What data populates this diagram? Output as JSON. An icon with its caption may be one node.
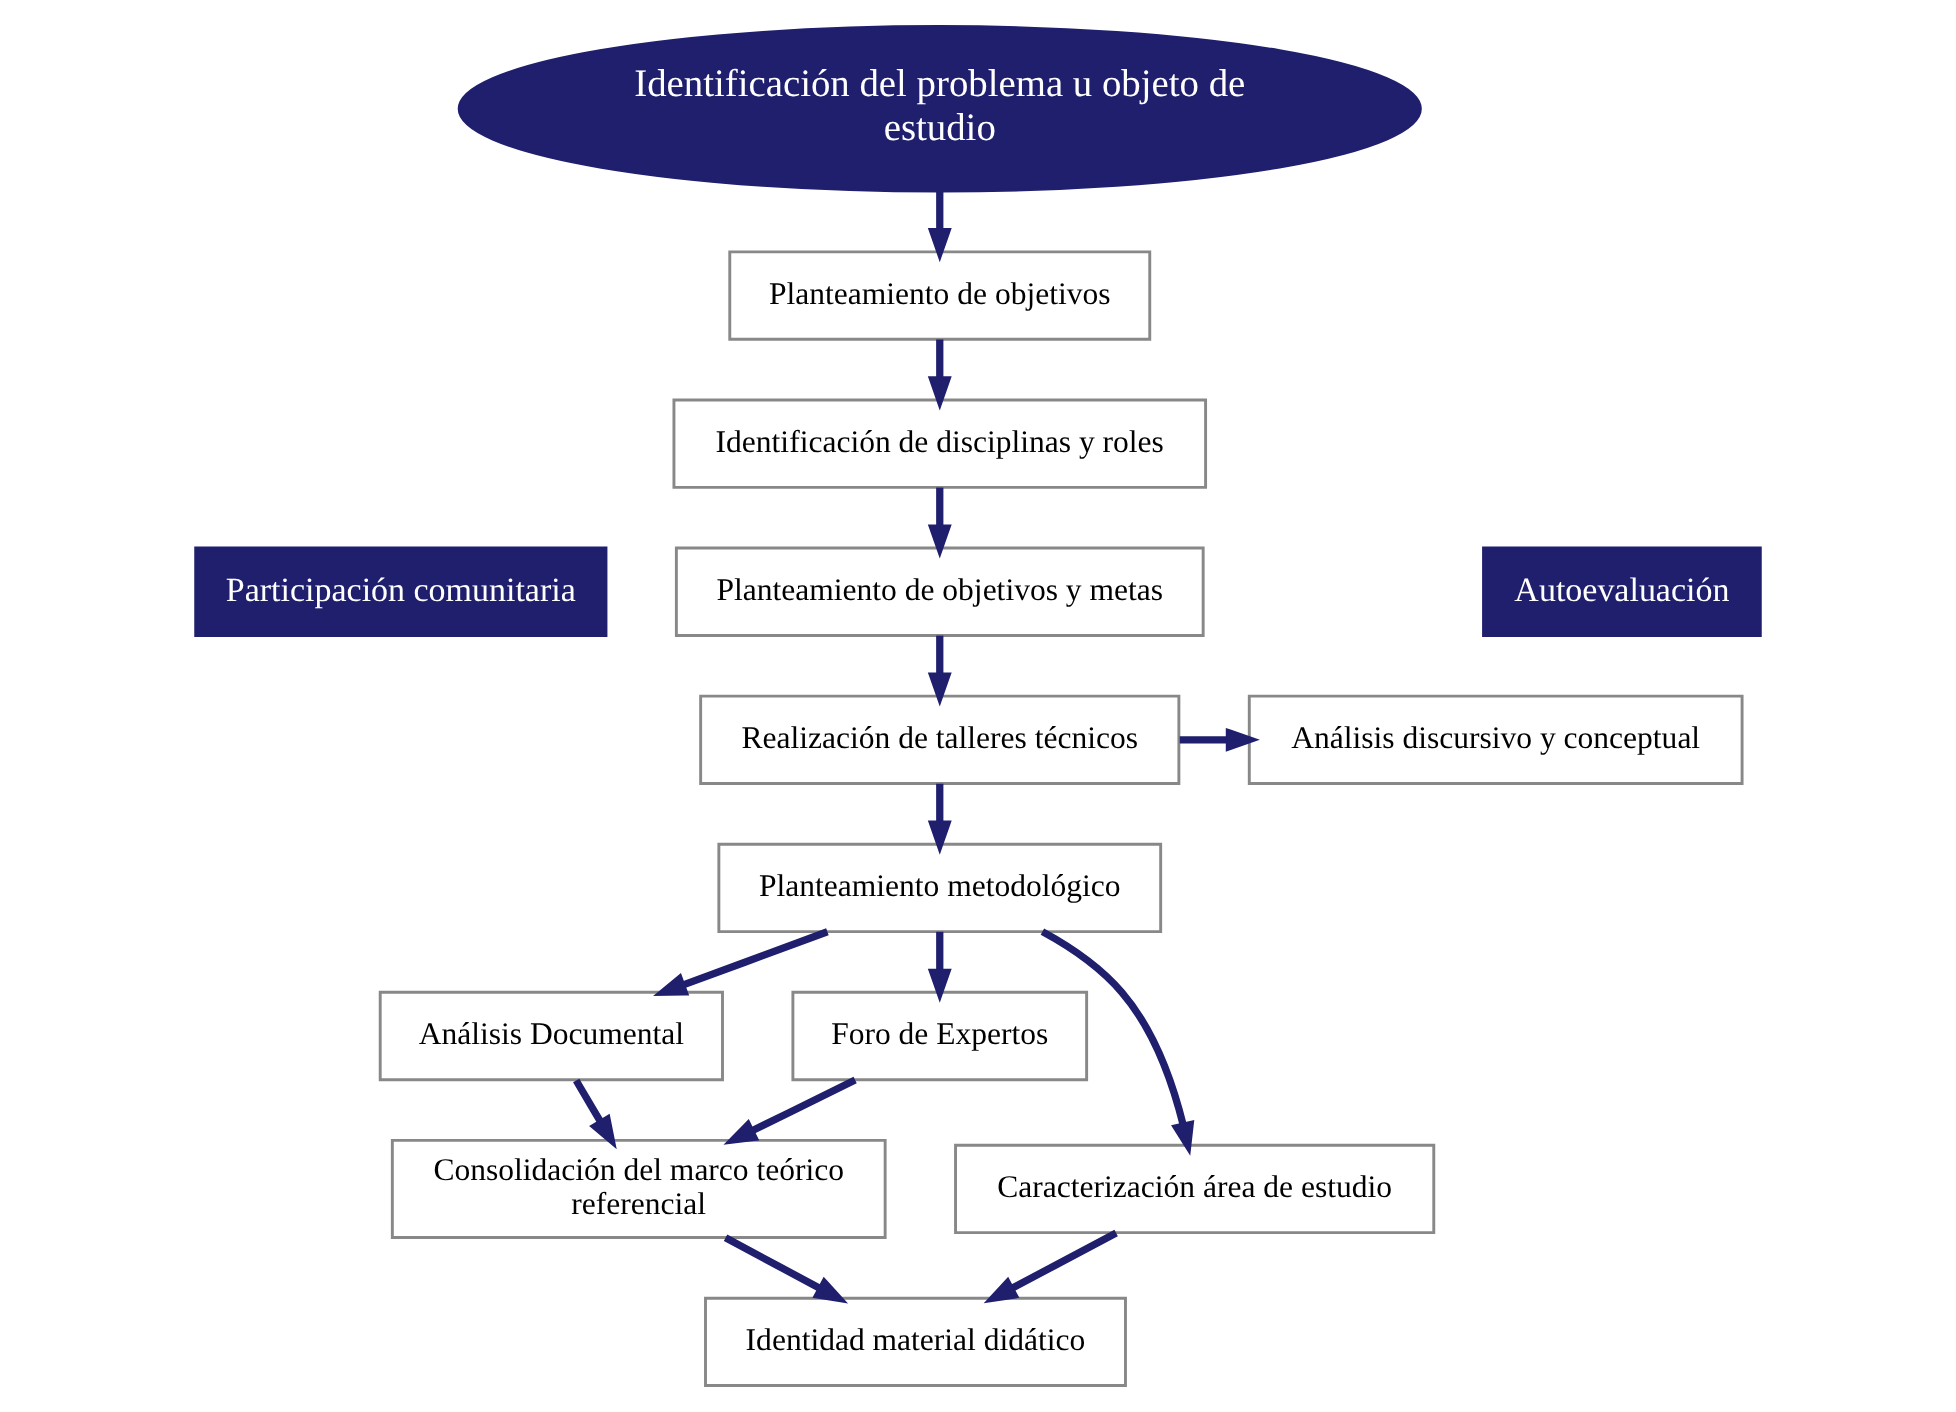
{
  "diagram": {
    "nodes": [
      {
        "text": [
          "Identificación del problema u objeto de estudio"
        ]
      },
      {
        "text": [
          "Planteamiento de objetivos"
        ]
      },
      {
        "text": [
          "Identificación de disciplinas y roles"
        ]
      },
      {
        "text": [
          "Planteamiento de objetivos y metas"
        ]
      },
      {
        "text": [
          "Realización de talleres técnicos"
        ]
      },
      {
        "text": [
          "Análisis discursivo y conceptual"
        ]
      },
      {
        "text": [
          "Planteamiento metodológico"
        ]
      },
      {
        "text": [
          "Análisis Documental"
        ]
      },
      {
        "text": [
          "Caracterización área de estudio"
        ]
      },
      {
        "text": [
          "Consolidación del marco teórico referencial"
        ]
      },
      {
        "text": [
          "Foro de Expertos"
        ]
      },
      {
        "text": [
          "Identidad material didático"
        ]
      }
    ],
    "edges": [
      {
        "from": 0,
        "to": 1,
        "arrow": "to"
      },
      {
        "from": 1,
        "to": 2,
        "arrow": "to"
      },
      {
        "from": 2,
        "to": 3,
        "arrow": "to"
      },
      {
        "from": 3,
        "to": 4,
        "arrow": "to"
      },
      {
        "from": 4,
        "to": 5,
        "arrow": "to"
      },
      {
        "from": 4,
        "to": 6,
        "arrow": "to"
      },
      {
        "from": 6,
        "to": 7,
        "arrow": "to"
      },
      {
        "from": 6,
        "to": 10,
        "arrow": "to"
      },
      {
        "from": 6,
        "to": 8,
        "arrow": "to"
      },
      {
        "from": 7,
        "to": 9,
        "arrow": "to"
      },
      {
        "from": 10,
        "to": 9,
        "arrow": "to"
      },
      {
        "from": 8,
        "to": 11,
        "arrow": "to"
      },
      {
        "from": 9,
        "to": 11,
        "arrow": "to"
      }
    ],
    "labels": [
      "Participación comunitaria",
      "Autoevaluación"
    ]
  }
}
